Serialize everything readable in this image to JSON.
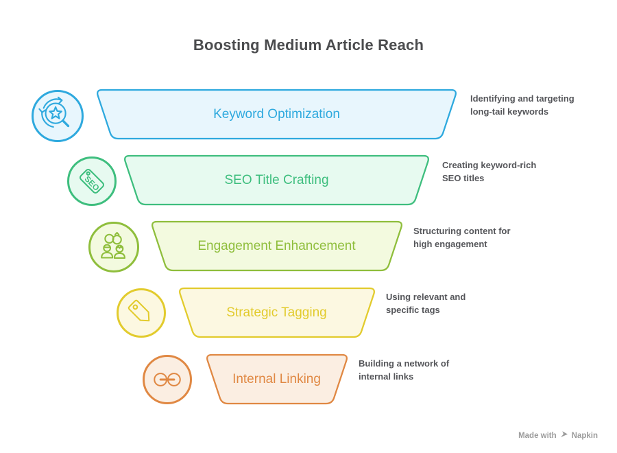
{
  "title": "Boosting Medium Article Reach",
  "watermark": {
    "prefix": "Made with",
    "brand": "Napkin"
  },
  "text_colors": {
    "title": "#4B4C4E",
    "description": "#55565A",
    "watermark": "#9B9B9B"
  },
  "stages": [
    {
      "label": "Keyword Optimization",
      "description_lines": [
        "Identifying and targeting",
        "long-tail keywords"
      ],
      "icon": "search-refresh-star-icon",
      "colors": {
        "accent": "#2EA9DE",
        "fill": "#E8F6FD"
      }
    },
    {
      "label": "SEO Title Crafting",
      "description_lines": [
        "Creating keyword-rich",
        "SEO titles"
      ],
      "icon": "seo-tag-icon",
      "icon_text": "SEO",
      "colors": {
        "accent": "#3EBE7E",
        "fill": "#E7FAF0"
      }
    },
    {
      "label": "Engagement Enhancement",
      "description_lines": [
        "Structuring content for",
        "high engagement"
      ],
      "icon": "people-rings-icon",
      "colors": {
        "accent": "#8FBE3C",
        "fill": "#F3FADF"
      }
    },
    {
      "label": "Strategic Tagging",
      "description_lines": [
        "Using relevant and",
        "specific tags"
      ],
      "icon": "tag-icon",
      "colors": {
        "accent": "#E2CB2D",
        "fill": "#FCF8E1"
      }
    },
    {
      "label": "Internal Linking",
      "description_lines": [
        "Building a network of",
        "internal links"
      ],
      "icon": "link-icon",
      "colors": {
        "accent": "#E08843",
        "fill": "#FBEEE2"
      }
    }
  ]
}
